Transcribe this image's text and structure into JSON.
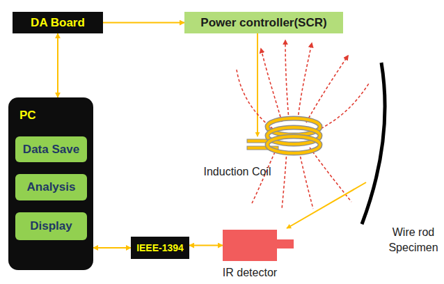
{
  "diagram": {
    "nodes": [
      {
        "text": [
          "DA Board"
        ]
      },
      {
        "text": [
          "Power controller(SCR)"
        ]
      },
      {
        "text": [
          "PC"
        ]
      },
      {
        "text": [
          "Data Save"
        ],
        "in": 2
      },
      {
        "text": [
          "Analysis"
        ],
        "in": 2
      },
      {
        "text": [
          "Display"
        ],
        "in": 2
      },
      {
        "text": [
          "IEEE-1394"
        ]
      },
      {
        "text": [
          "IR detector"
        ]
      }
    ],
    "edges": [
      {
        "from": 0,
        "to": 1,
        "arrow": "to"
      },
      {
        "from": 0,
        "to": 2,
        "arrow": "both"
      },
      {
        "from": 2,
        "to": 6,
        "arrow": "both"
      },
      {
        "from": 6,
        "to": 7,
        "arrow": "both"
      }
    ],
    "labels": [
      "Induction Coil",
      "Wire rod Specimen"
    ]
  }
}
